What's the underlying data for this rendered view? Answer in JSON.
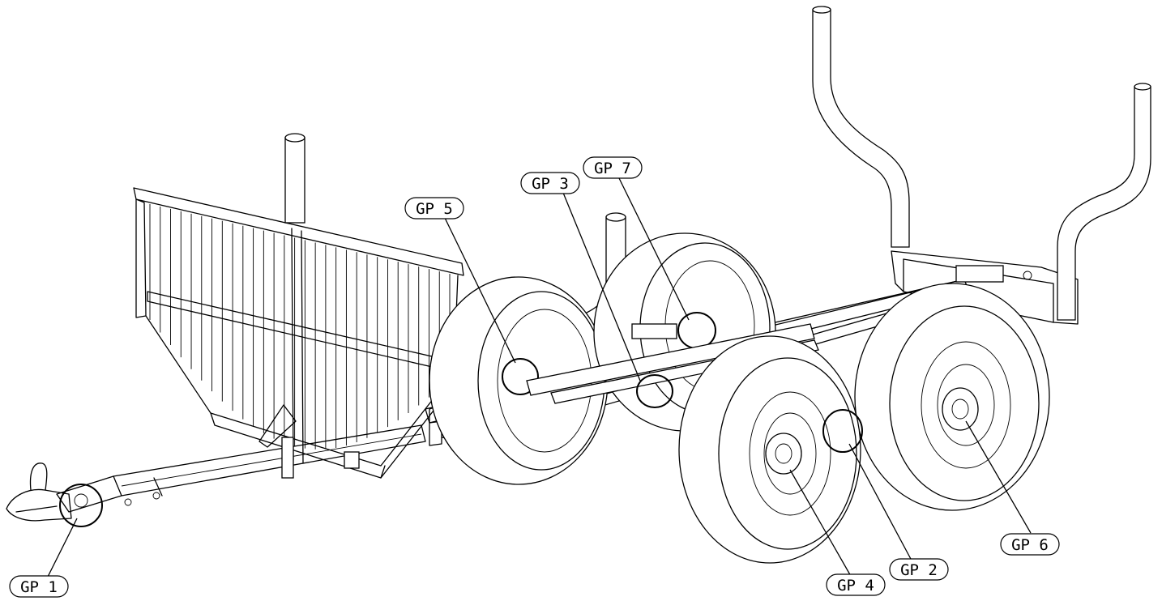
{
  "labels": {
    "gp1": "GP 1",
    "gp2": "GP 2",
    "gp3": "GP 3",
    "gp4": "GP 4",
    "gp5": "GP 5",
    "gp6": "GP 6",
    "gp7": "GP 7"
  }
}
